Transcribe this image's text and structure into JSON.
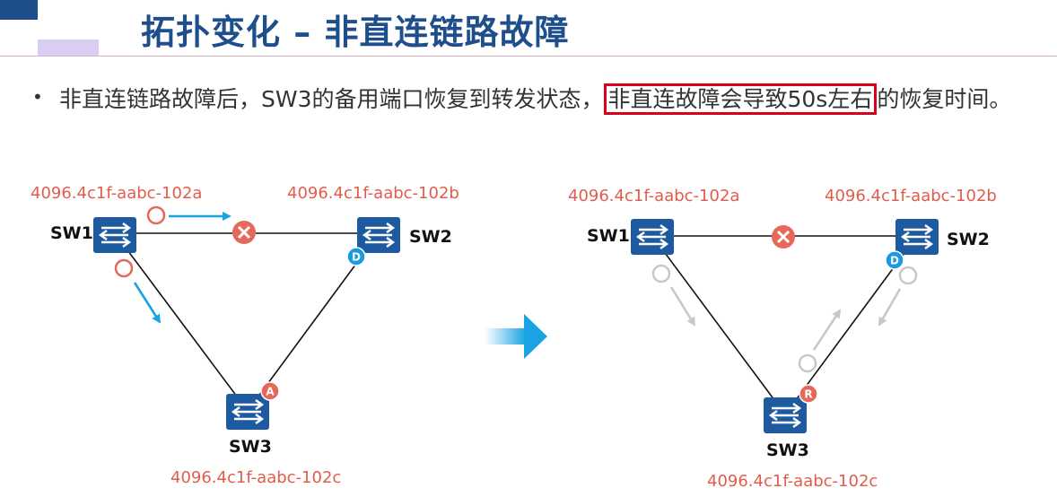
{
  "header": {
    "title": "拓扑变化 – 非直连链路故障"
  },
  "bullet": {
    "marker": "•",
    "text_before": "非直连链路故障后，SW3的备用端口恢复到转发状态，",
    "highlight": "非直连故障会导致50s左右",
    "text_after": "的恢复时间。"
  },
  "left_topology": {
    "sw1": {
      "name": "SW1",
      "bridge_id": "4096.4c1f-aabc-102a"
    },
    "sw2": {
      "name": "SW2",
      "bridge_id": "4096.4c1f-aabc-102b",
      "port_role": "D"
    },
    "sw3": {
      "name": "SW3",
      "bridge_id": "4096.4c1f-aabc-102c",
      "port_role": "A"
    }
  },
  "right_topology": {
    "sw1": {
      "name": "SW1",
      "bridge_id": "4096.4c1f-aabc-102a"
    },
    "sw2": {
      "name": "SW2",
      "bridge_id": "4096.4c1f-aabc-102b",
      "port_role": "D"
    },
    "sw3": {
      "name": "SW3",
      "bridge_id": "4096.4c1f-aabc-102c",
      "port_role": "R"
    }
  },
  "colors": {
    "title": "#1e4f8c",
    "switch": "#1e5aa0",
    "address": "#e25c4b",
    "bpdu_arrow": "#1aa3e3",
    "stale_bpdu": "#c8c8c8",
    "highlight_box": "#d9001b",
    "designated_badge": "#1a9be0",
    "alternate_badge": "#e5685a"
  }
}
